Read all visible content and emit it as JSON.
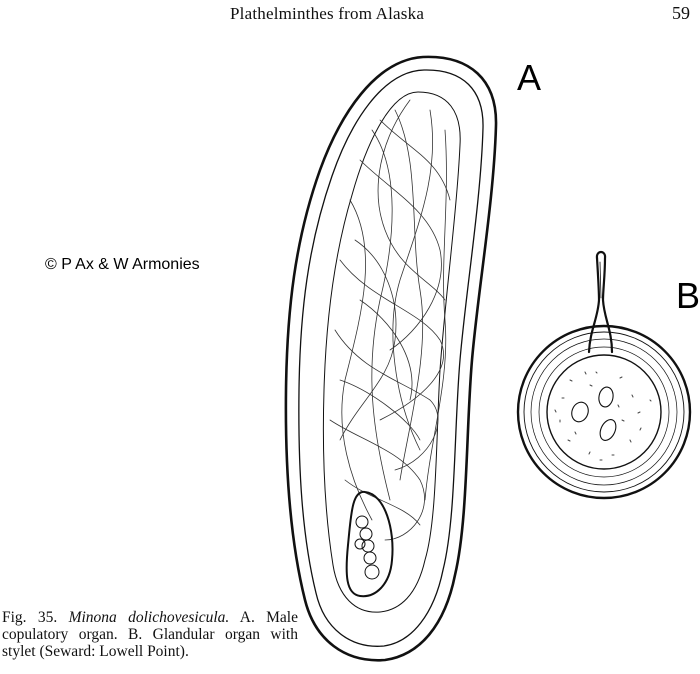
{
  "header": {
    "running_title": "Plathelminthes from Alaska",
    "page_number": "59"
  },
  "watermark": {
    "copyright": "© P Ax & W Armonies"
  },
  "figure": {
    "label_a": "A",
    "label_b": "B"
  },
  "caption": {
    "prefix": "Fig. 35.",
    "species": "Minona dolichovesicula.",
    "text": "A. Male copulatory organ. B. Glandular organ with stylet (Seward: Lowell Point)."
  }
}
